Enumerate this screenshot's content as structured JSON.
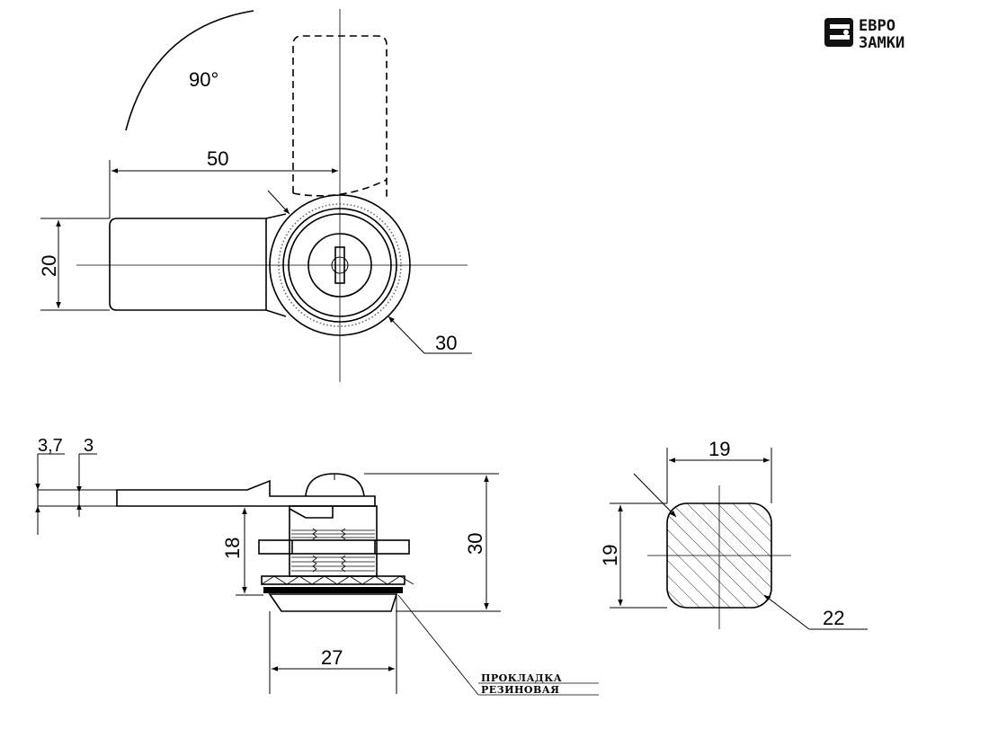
{
  "logo": {
    "line1": "ЕВРО",
    "line2": "ЗАМКИ"
  },
  "top_view": {
    "angle_label": "90°",
    "dim_lever_length": "50",
    "dim_lever_width": "20",
    "dim_diameter": "30"
  },
  "side_view": {
    "dim_lever_thickness_a": "3,7",
    "dim_lever_thickness_b": "3",
    "dim_body_height": "18",
    "dim_total_height": "30",
    "dim_flange_width": "27",
    "gasket_label_line1": "ПРОКЛАДКА",
    "gasket_label_line2": "РЕЗИНОВАЯ"
  },
  "section_view": {
    "dim_width": "19",
    "dim_height": "19",
    "dim_diagonal": "22"
  },
  "colors": {
    "line": "#000000",
    "background": "#ffffff"
  }
}
